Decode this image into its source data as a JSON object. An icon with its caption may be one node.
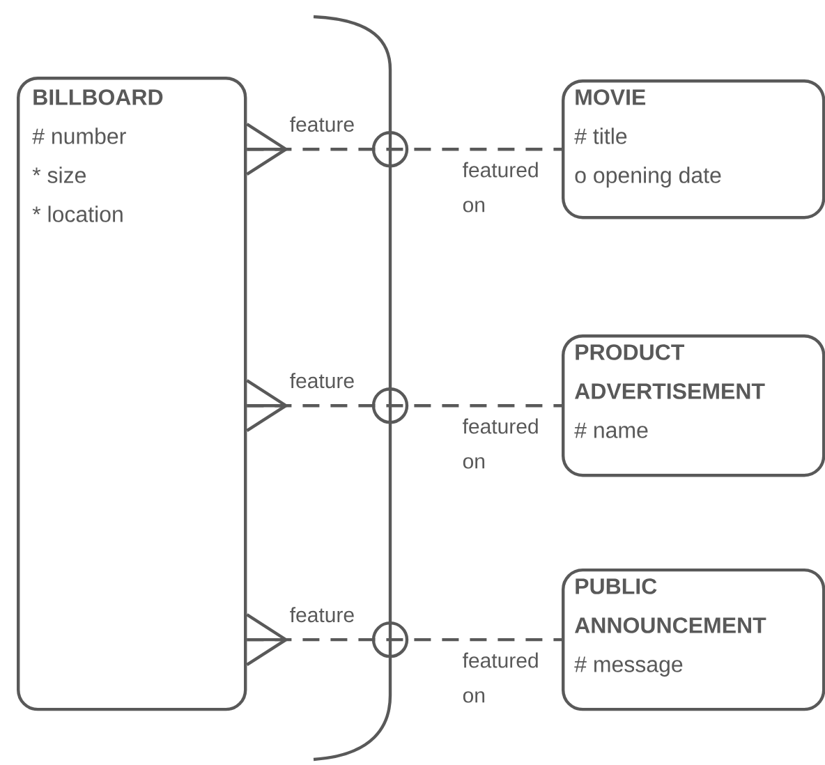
{
  "diagram": {
    "nodes": [
      {
        "text": [
          "BILLBOARD",
          "# number",
          "* size",
          "* location"
        ]
      },
      {
        "text": [
          "MOVIE",
          "# title",
          "o opening date"
        ]
      },
      {
        "text": [
          "PRODUCT ADVERTISEMENT",
          "# name"
        ]
      },
      {
        "text": [
          "PUBLIC ANNOUNCEMENT",
          "# message"
        ]
      }
    ],
    "edges": [
      {
        "from": 0,
        "to": 1,
        "arrow": "other",
        "label": "feature",
        "style": "dashed"
      },
      {
        "from": 0,
        "to": 2,
        "arrow": "other",
        "label": "feature",
        "style": "dashed"
      },
      {
        "from": 0,
        "to": 3,
        "arrow": "other",
        "label": "feature",
        "style": "dashed"
      }
    ],
    "labels": [
      "featured on",
      "featured on",
      "featured on"
    ]
  }
}
